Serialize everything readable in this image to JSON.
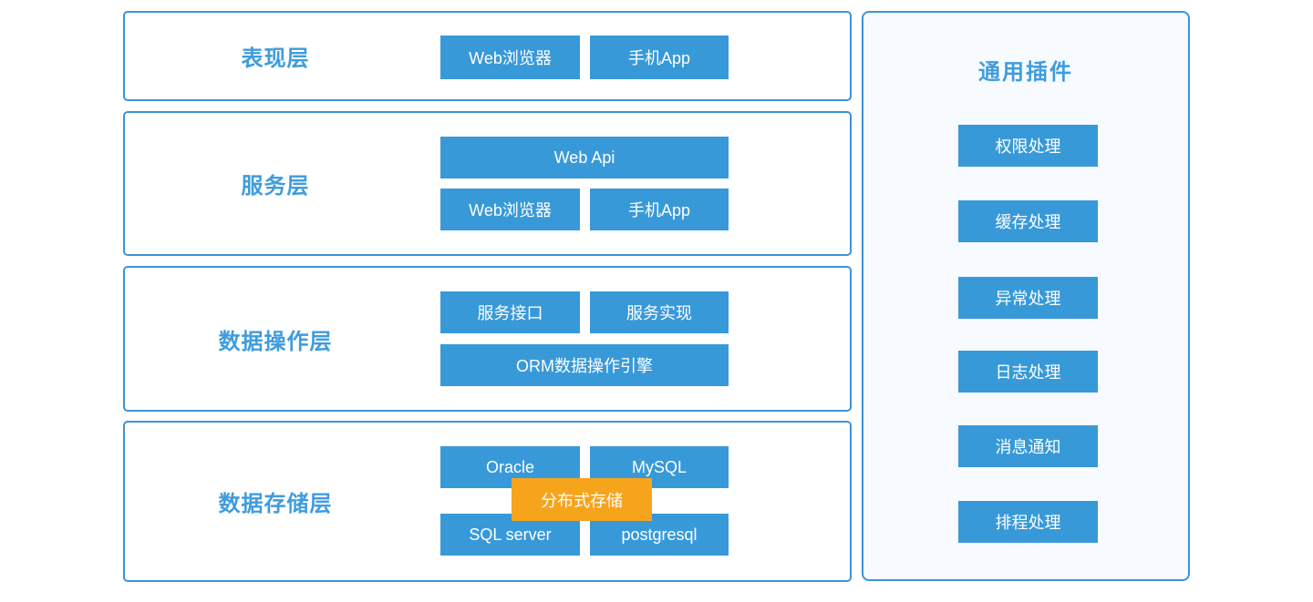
{
  "colors": {
    "box_blue": "#3899D9",
    "box_orange": "#F7A41D",
    "panel_border_blue": "#3D93D8",
    "plugins_panel_bg": "#F7FBFF",
    "title_text_blue": "#3F9CDE",
    "box_text": "#FFFFFF"
  },
  "layers": [
    {
      "title": "表现层",
      "boxes": [
        {
          "label": "Web浏览器"
        },
        {
          "label": "手机App"
        }
      ]
    },
    {
      "title": "服务层",
      "boxes": [
        {
          "label": "Web Api"
        },
        {
          "label": "Web浏览器"
        },
        {
          "label": "手机App"
        }
      ]
    },
    {
      "title": "数据操作层",
      "boxes": [
        {
          "label": "服务接口"
        },
        {
          "label": "服务实现"
        },
        {
          "label": "ORM数据操作引擎"
        }
      ]
    },
    {
      "title": "数据存储层",
      "boxes": [
        {
          "label": "Oracle"
        },
        {
          "label": "MySQL"
        },
        {
          "label": "SQL server"
        },
        {
          "label": "postgresql"
        }
      ],
      "overlay": {
        "label": "分布式存储"
      }
    }
  ],
  "plugins": {
    "title": "通用插件",
    "items": [
      {
        "label": "权限处理"
      },
      {
        "label": "缓存处理"
      },
      {
        "label": "异常处理"
      },
      {
        "label": "日志处理"
      },
      {
        "label": "消息通知"
      },
      {
        "label": "排程处理"
      }
    ]
  }
}
